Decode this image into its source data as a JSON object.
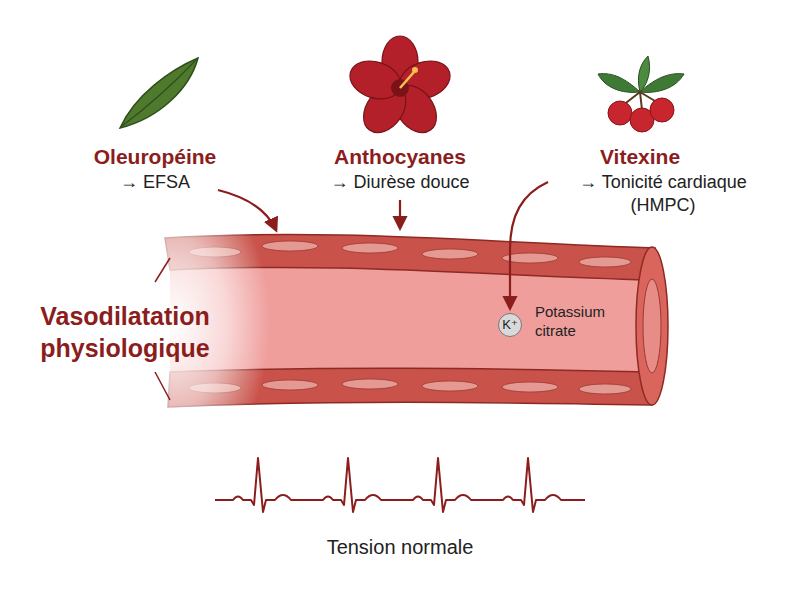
{
  "diagram": {
    "nodes": [
      {
        "text": [
          "K⁺",
          "Potassium citrate"
        ]
      }
    ],
    "labels": [
      "Oleuropéine",
      "→ EFSA",
      "Anthocyanes",
      "→ Diurèse douce",
      "Vitexine",
      "→ Tonicité cardiaque (HMPC)",
      "Vasodilatation physiologique",
      "Tension normale"
    ]
  }
}
